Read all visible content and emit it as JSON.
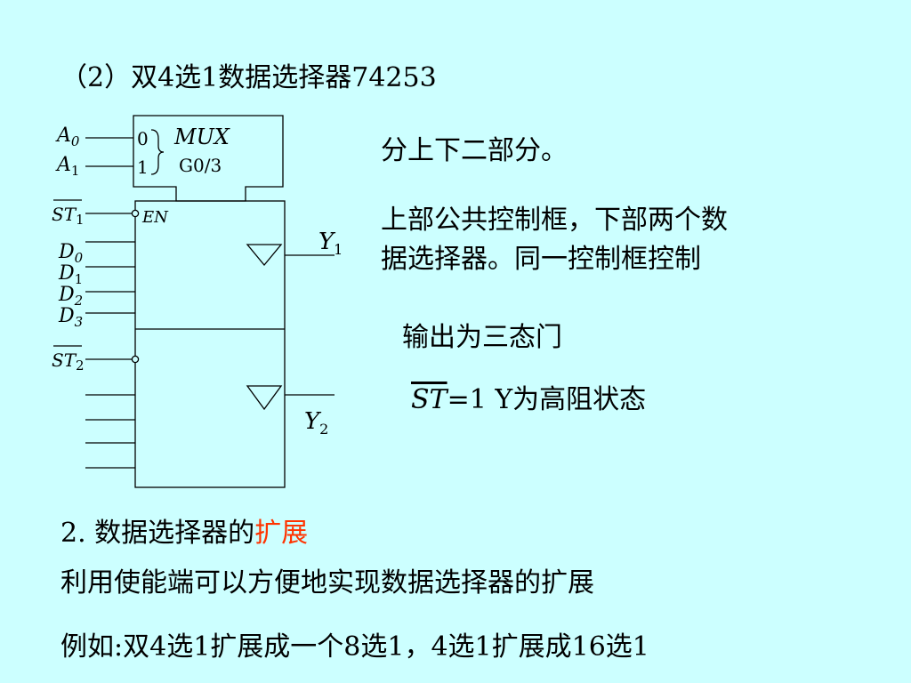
{
  "title": "（2）双4选1数据选择器74253",
  "description": {
    "line1": "分上下二部分。",
    "line2a": "上部公共控制框，下部两个数",
    "line2b": "据选择器。同一控制框控制",
    "line3": "输出为三态门",
    "st_symbol": "ST",
    "st_condition": "=1  Y为高阻状态"
  },
  "section": {
    "number": "2. ",
    "text_plain": "数据选择器的",
    "text_highlight": "扩展",
    "highlight_color": "#ff3300"
  },
  "para4": "利用使能端可以方便地实现数据选择器的扩展",
  "para5": "例如:双4选1扩展成一个8选1，4选1扩展成16选1",
  "diagram": {
    "mux_label": "MUX",
    "group_label": "G0/3",
    "select_0": "0",
    "select_1": "1",
    "enable_label": "EN",
    "inputs": {
      "A": "A",
      "D": "D",
      "ST": "ST",
      "Y": "Y",
      "sub0": "0",
      "sub1": "1",
      "sub2": "2",
      "sub3": "3"
    }
  }
}
